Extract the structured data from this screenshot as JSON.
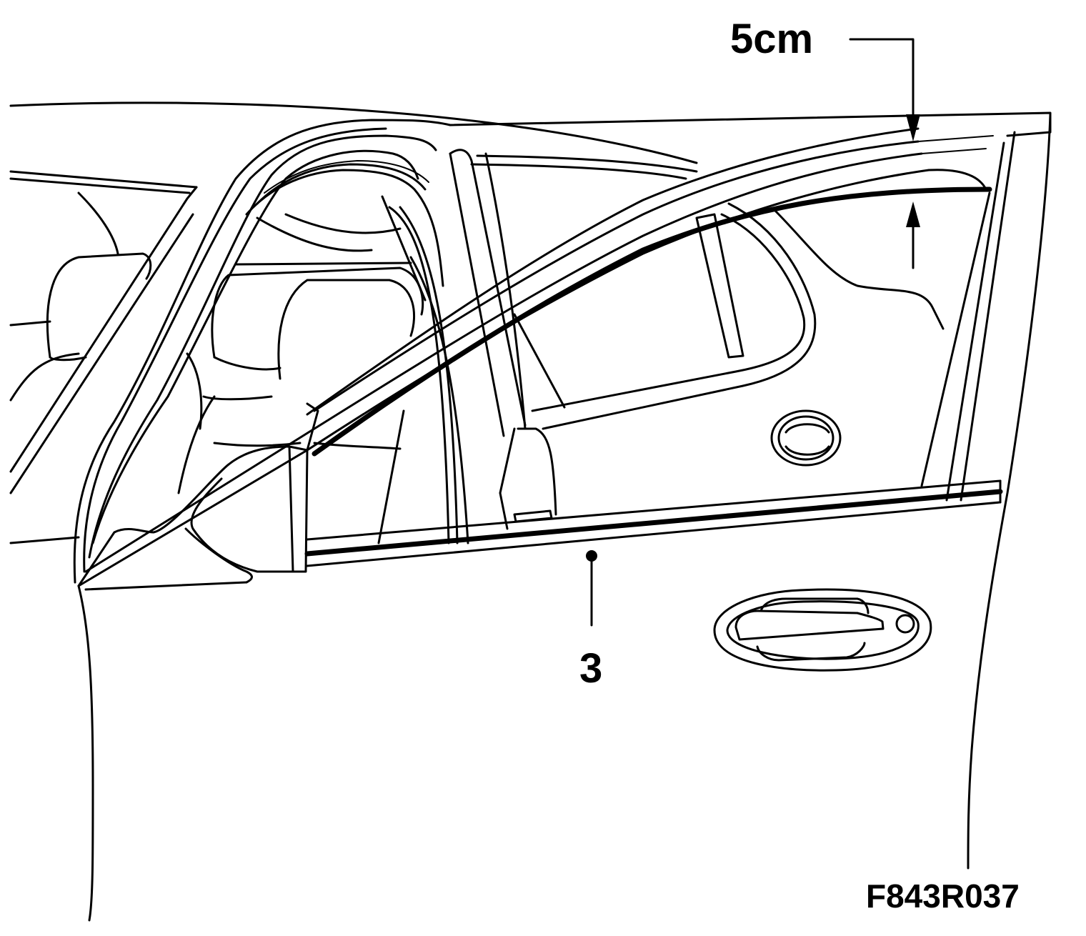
{
  "labels": {
    "dimension": "5cm",
    "callout_number": "3",
    "figure_code": "F843R037"
  },
  "colors": {
    "ink": "#000000",
    "paper": "#ffffff"
  }
}
